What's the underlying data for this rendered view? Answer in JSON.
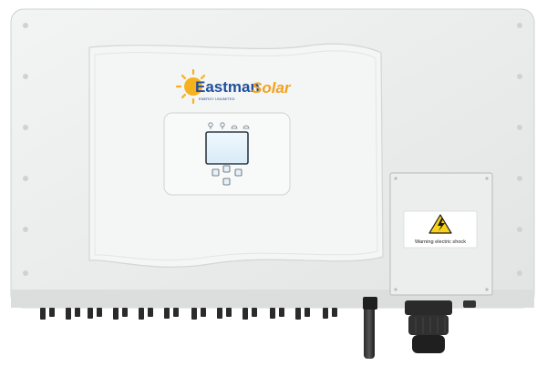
{
  "brand": {
    "name": "Eastman",
    "product_line": "Solar",
    "tagline": "ENERGY UNLIMITED"
  },
  "warning_label": {
    "text": "Warning electric shock",
    "symbol": "lightning-bolt-icon"
  },
  "colors": {
    "body": "#eceded",
    "panel": "#f1f2f2",
    "brand_blue": "#1f4f9c",
    "brand_orange": "#f4a11d",
    "warning_yellow": "#f7d11a",
    "screen_blue": "#e3f1fb"
  }
}
